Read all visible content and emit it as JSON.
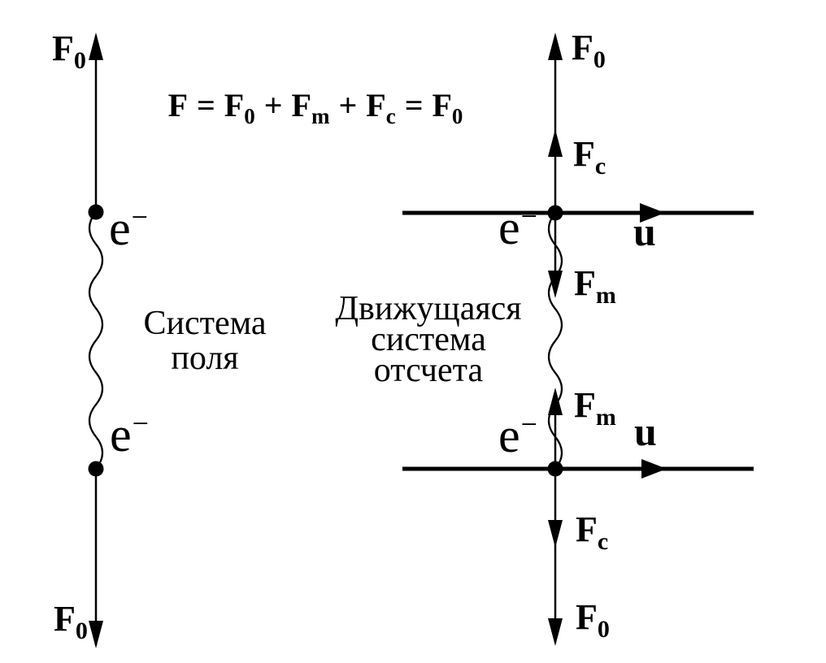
{
  "equation": {
    "tokens": [
      {
        "t": "F",
        "s": ""
      },
      {
        "t": "=",
        "s": ""
      },
      {
        "t": "F",
        "s": "0"
      },
      {
        "t": "+",
        "s": ""
      },
      {
        "t": "F",
        "s": "m"
      },
      {
        "t": "+",
        "s": ""
      },
      {
        "t": "F",
        "s": "c"
      },
      {
        "t": "=",
        "s": ""
      },
      {
        "t": "F",
        "s": "0"
      }
    ]
  },
  "forces": {
    "f0": {
      "base": "F",
      "sub": "0"
    },
    "fc": {
      "base": "F",
      "sub": "c"
    },
    "fm": {
      "base": "F",
      "sub": "m"
    }
  },
  "electron": {
    "base": "e",
    "sup": "−"
  },
  "velocity": {
    "label": "u"
  },
  "systems": {
    "field": {
      "line1": "Система",
      "line2": "поля"
    },
    "moving": {
      "line1": "Движущаяся",
      "line2": "система",
      "line3": "отсчета"
    }
  },
  "colors": {
    "ink": "#000000",
    "background": "#ffffff"
  }
}
